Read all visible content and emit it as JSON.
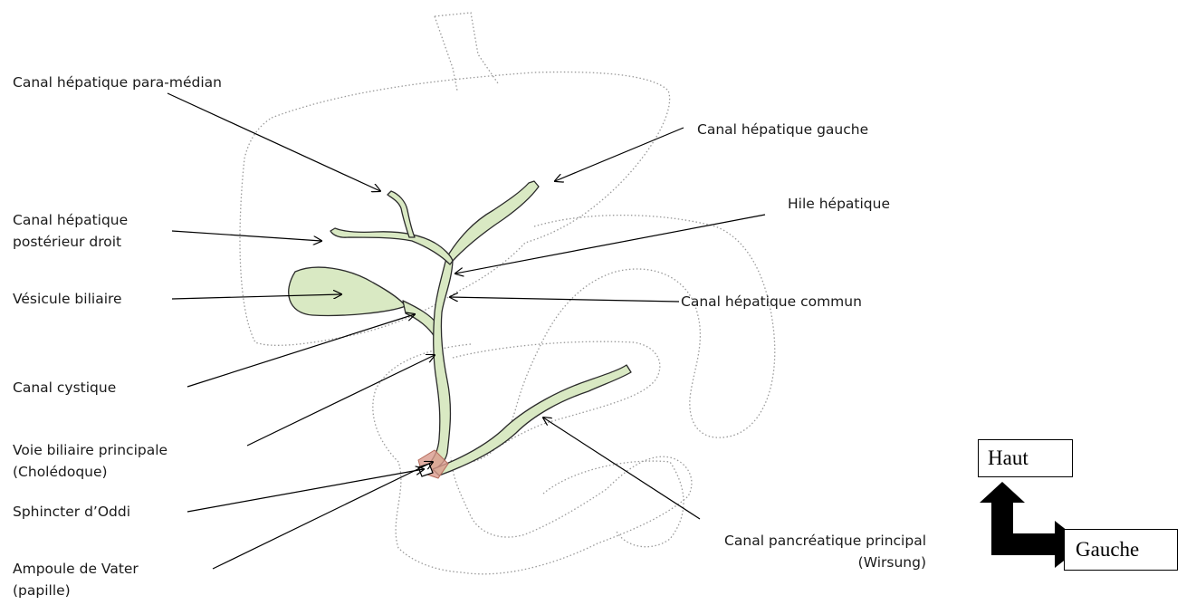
{
  "labels": {
    "para_median": "Canal hépatique para-médian",
    "gauche": "Canal hépatique gauche",
    "hile": "Hile hépatique",
    "posterieur_1": "Canal hépatique",
    "posterieur_2": "postérieur droit",
    "vesicule": "Vésicule biliaire",
    "commun": "Canal hépatique commun",
    "cystique": "Canal cystique",
    "voie_1": "Voie biliaire principale",
    "voie_2": "(Cholédoque)",
    "sphincter": "Sphincter d’Oddi",
    "ampoule_1": "Ampoule de Vater",
    "ampoule_2": "(papille)",
    "wirsung_1": "Canal pancréatique principal",
    "wirsung_2": "(Wirsung)"
  },
  "orientation": {
    "haut": "Haut",
    "gauche": "Gauche"
  },
  "colors": {
    "duct_fill": "#d9e9c3",
    "duct_stroke": "#2b2b2b",
    "sphincter": "#d99a8c",
    "outline": "#9a9a9a"
  }
}
